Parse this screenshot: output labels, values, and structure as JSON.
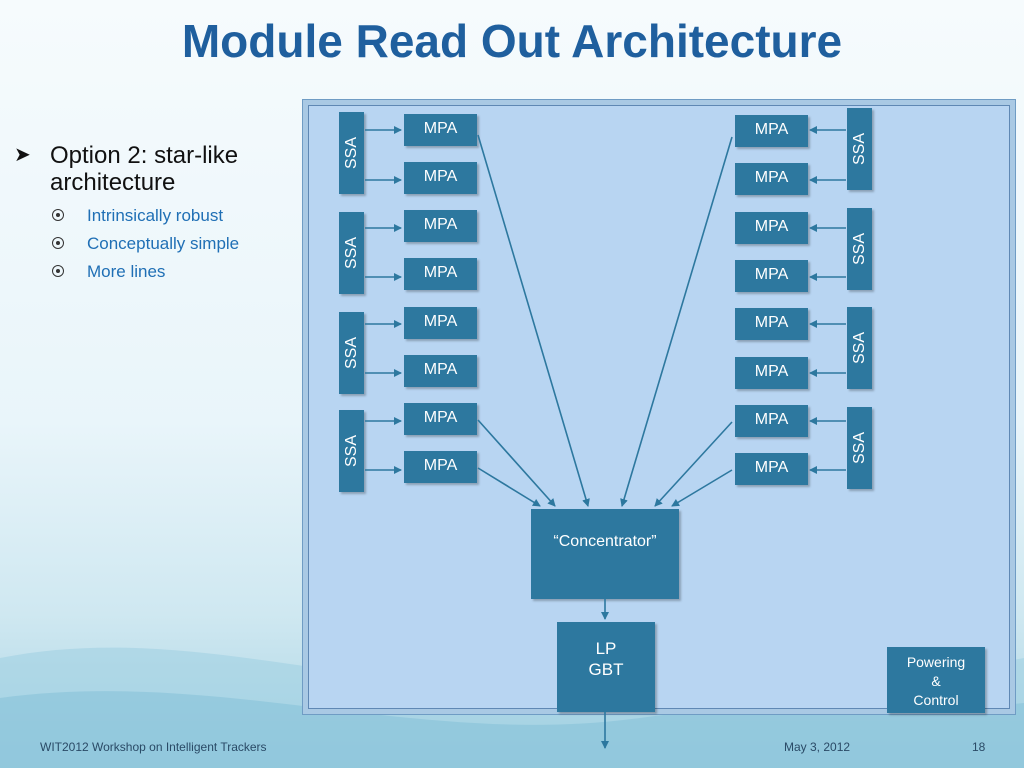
{
  "slide": {
    "title": "Module Read Out Architecture",
    "bullet": "Option 2: star-like architecture",
    "subbullets": [
      "Intrinsically robust",
      "Conceptually simple",
      "More lines"
    ]
  },
  "diagram": {
    "ssa_label": "SSA",
    "mpa_label": "MPA",
    "concentrator_label": "“Concentrator”",
    "lpgbt_line1": "LP",
    "lpgbt_line2": "GBT",
    "powering_line1": "Powering",
    "powering_line2": "&",
    "powering_line3": "Control"
  },
  "footer": {
    "left": "WIT2012 Workshop on Intelligent Trackers",
    "date": "May 3, 2012",
    "page": "18"
  },
  "colors": {
    "title": "#1f5f9e",
    "box": "#2d789f",
    "frame": "#b8d5f2",
    "subbullet_text": "#1f6fb5"
  }
}
